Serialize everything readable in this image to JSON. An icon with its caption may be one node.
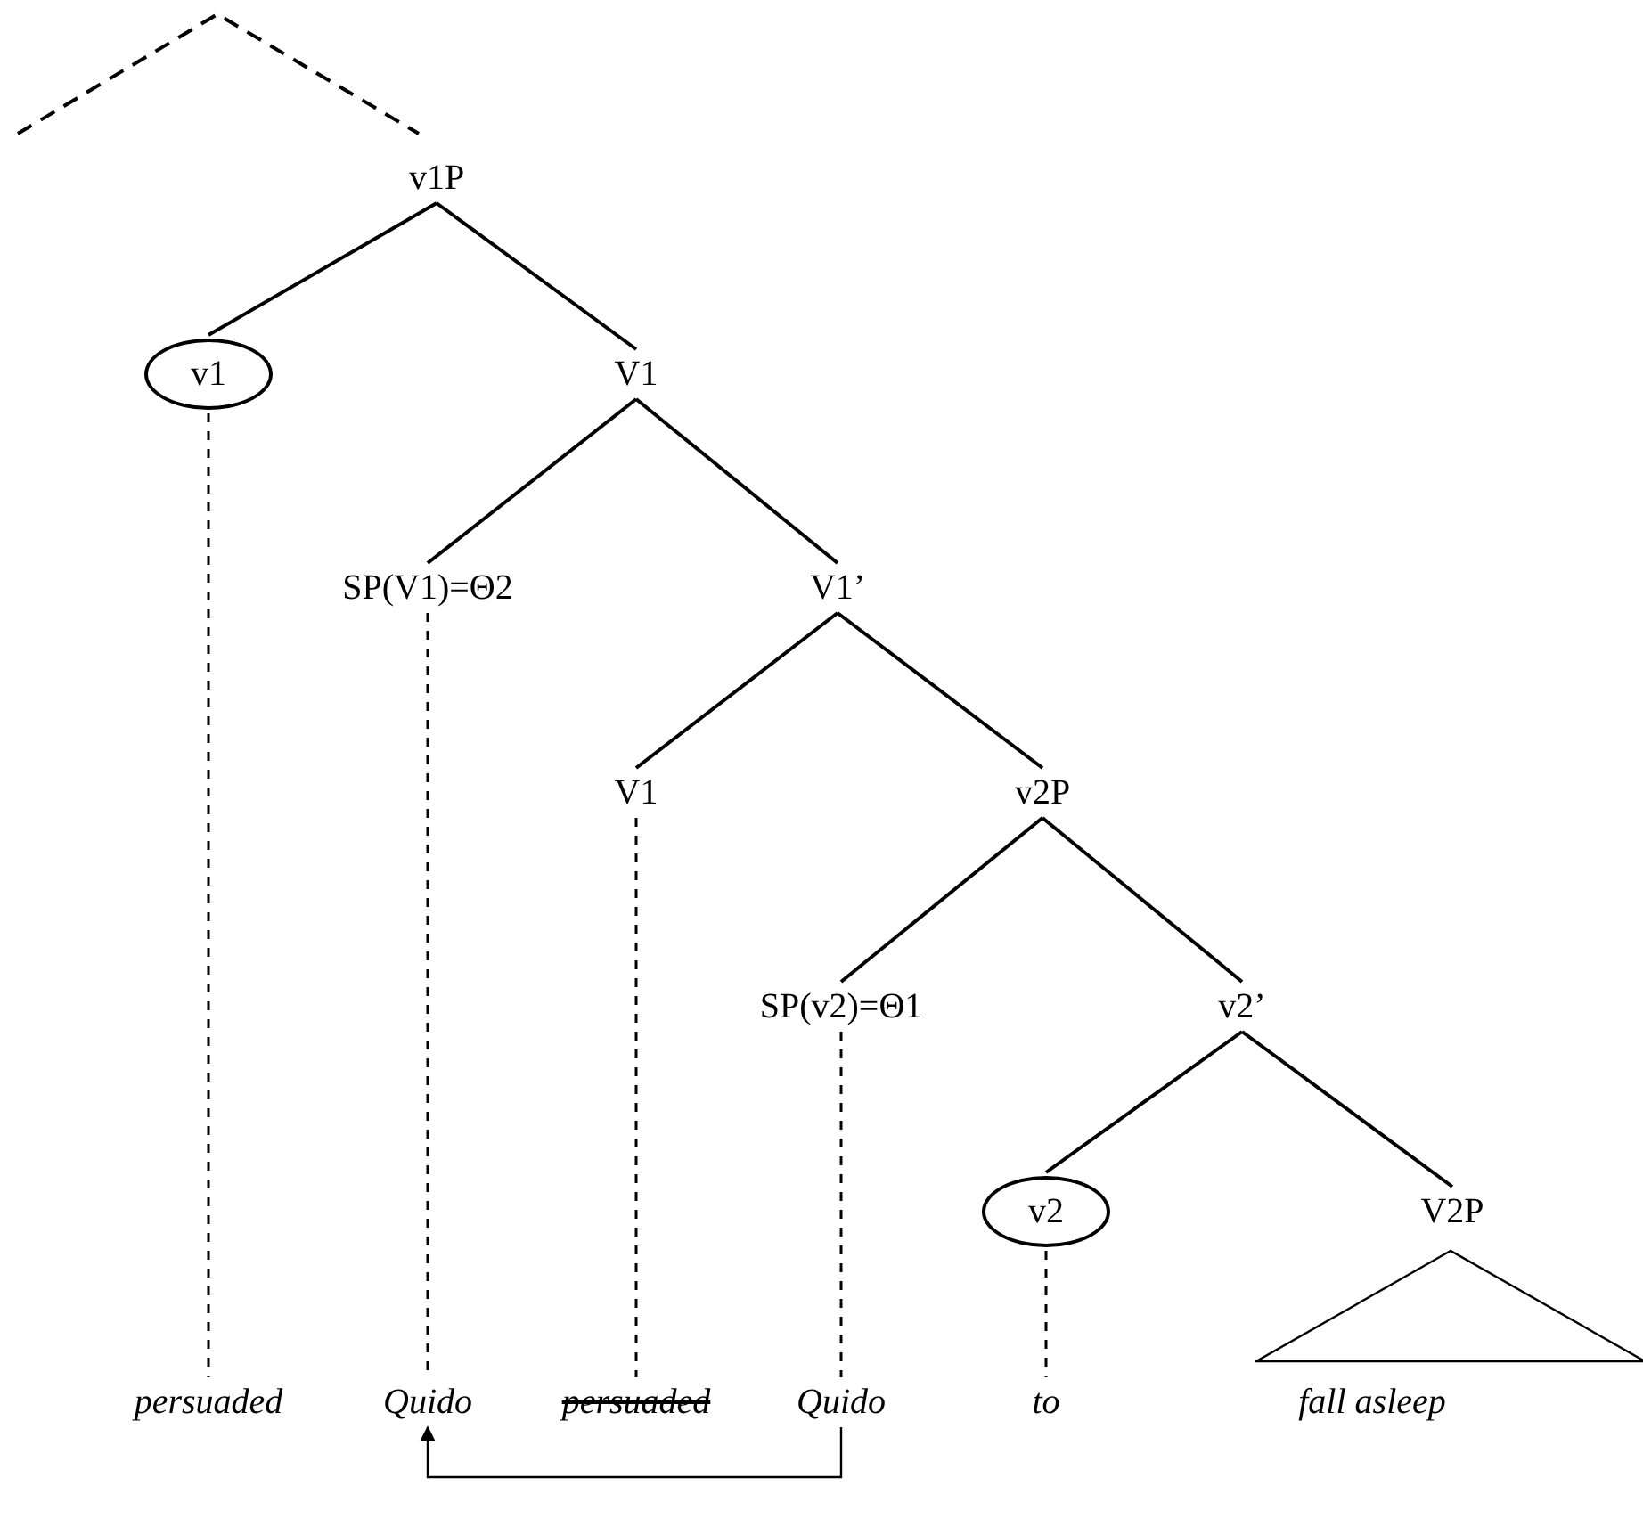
{
  "diagram": {
    "nodes": [
      {
        "text": [
          "v1P"
        ]
      },
      {
        "text": [
          "v1"
        ]
      },
      {
        "text": [
          "V1"
        ]
      },
      {
        "text": [
          "SP(V1)=Θ2"
        ]
      },
      {
        "text": [
          "V1’"
        ]
      },
      {
        "text": [
          "V1"
        ]
      },
      {
        "text": [
          "v2P"
        ]
      },
      {
        "text": [
          "SP(v2)=Θ1"
        ]
      },
      {
        "text": [
          "v2’"
        ]
      },
      {
        "text": [
          "v2"
        ]
      },
      {
        "text": [
          "V2P"
        ]
      },
      {
        "text": [],
        "shape": "triangle"
      },
      {
        "text": [
          "persuaded"
        ]
      },
      {
        "text": [
          "Quido"
        ]
      },
      {
        "text": [
          "persuaded"
        ]
      },
      {
        "text": [
          "Quido"
        ]
      },
      {
        "text": [
          "to"
        ]
      },
      {
        "text": [
          "fall asleep"
        ]
      }
    ],
    "edges": [
      {
        "from": 0,
        "to": 1,
        "arrow": "none"
      },
      {
        "from": 0,
        "to": 2,
        "arrow": "none"
      },
      {
        "from": 2,
        "to": 3,
        "arrow": "none"
      },
      {
        "from": 2,
        "to": 4,
        "arrow": "none"
      },
      {
        "from": 4,
        "to": 5,
        "arrow": "none"
      },
      {
        "from": 4,
        "to": 6,
        "arrow": "none"
      },
      {
        "from": 6,
        "to": 7,
        "arrow": "none"
      },
      {
        "from": 6,
        "to": 8,
        "arrow": "none"
      },
      {
        "from": 8,
        "to": 9,
        "arrow": "none"
      },
      {
        "from": 8,
        "to": 10,
        "arrow": "none"
      },
      {
        "from": 1,
        "to": 12,
        "arrow": "none",
        "style": "dashed"
      },
      {
        "from": 3,
        "to": 13,
        "arrow": "none",
        "style": "dashed"
      },
      {
        "from": 5,
        "to": 14,
        "arrow": "none",
        "style": "dashed"
      },
      {
        "from": 7,
        "to": 15,
        "arrow": "none",
        "style": "dashed"
      },
      {
        "from": 9,
        "to": 16,
        "arrow": "none",
        "style": "dashed"
      },
      {
        "from": 15,
        "to": 13,
        "arrow": "to"
      }
    ]
  }
}
